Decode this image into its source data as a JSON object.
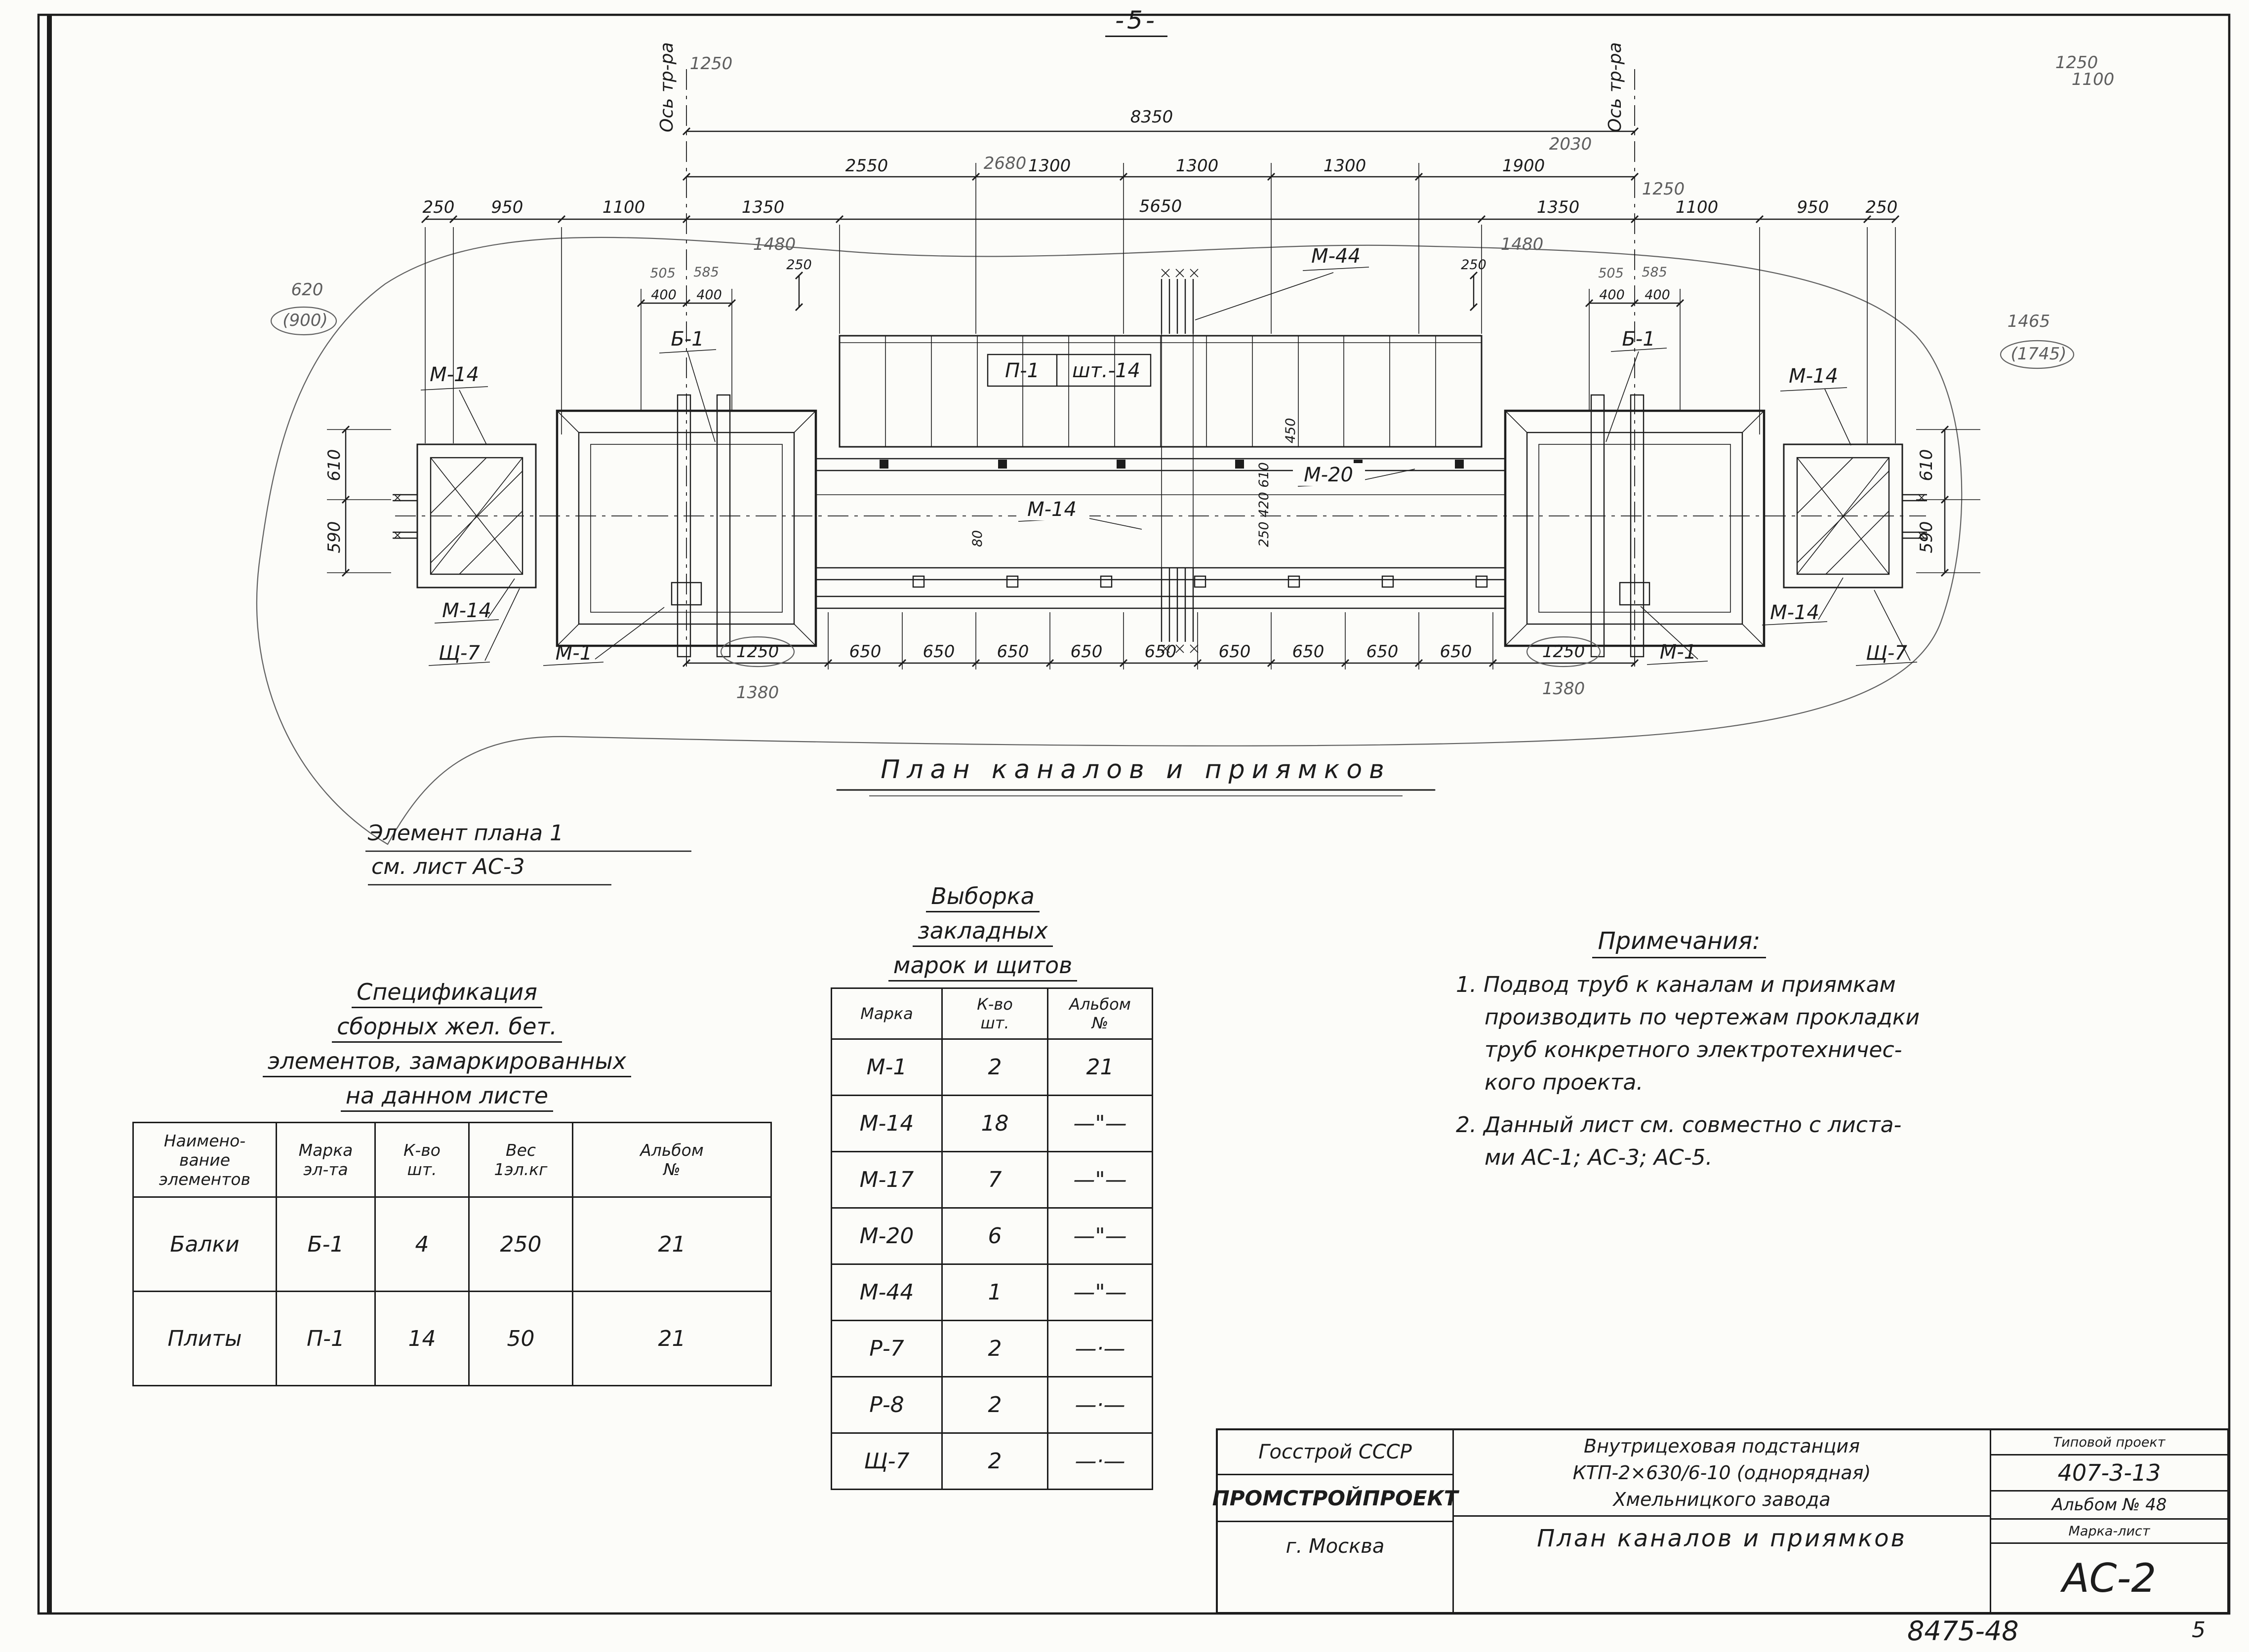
{
  "page": {
    "number": "-5-",
    "doc_code": "8475-48",
    "corner_mark": "5"
  },
  "drawing": {
    "title": "План каналов и приямков",
    "axis_label": "Ось тр-ра",
    "note_line1": "Элемент плана 1",
    "note_line2": "см. лист АС-3",
    "dims": {
      "overall": "8350",
      "top": [
        "2550",
        "1300",
        "1300",
        "1300",
        "1900"
      ],
      "top_pencil": [
        "2680",
        "2030"
      ],
      "row": [
        "250",
        "950",
        "1100",
        "1350",
        "5650",
        "1350",
        "1100",
        "950",
        "250"
      ],
      "pencil_1480": "1480",
      "pencil_1250": "1250",
      "pencil_1100": "1100",
      "beam_400": "400",
      "beam_505": "505",
      "beam_585": "585",
      "small_250": "250",
      "left_620": "620",
      "left_900": "(900)",
      "right_1465": "1465",
      "right_1745": "(1745)",
      "side_610": "610",
      "side_590": "590",
      "bottom_1250": "1250",
      "bottom_650": "650",
      "bottom_pencil_1380": "1380",
      "center_rot_a": "450",
      "center_rot_b": "250 420 610",
      "center_rot_c": "80"
    },
    "marks": {
      "m14": "М-14",
      "b1": "Б-1",
      "p1": "П-1",
      "p1_qty": "шт.-14",
      "m44": "М-44",
      "m20": "М-20",
      "m1": "М-1",
      "shch7": "Щ-7"
    }
  },
  "spec_table": {
    "title_lines": [
      "Спецификация",
      "сборных жел. бет.",
      "элементов, замаркированных",
      "на данном листе"
    ],
    "headers": [
      "Наимено-\nвание\nэлементов",
      "Марка\nэл-та",
      "К-во\nшт.",
      "Вес\n1эл.кг",
      "Альбом\n№"
    ],
    "rows": [
      {
        "name": "Балки",
        "mark": "Б-1",
        "qty": "4",
        "weight": "250",
        "album": "21"
      },
      {
        "name": "Плиты",
        "mark": "П-1",
        "qty": "14",
        "weight": "50",
        "album": "21"
      }
    ]
  },
  "selection_table": {
    "title_lines": [
      "Выборка",
      "закладных",
      "марок и щитов"
    ],
    "headers": [
      "Марка",
      "К-во\nшт.",
      "Альбом\n№"
    ],
    "rows": [
      {
        "mark": "М-1",
        "qty": "2",
        "album": "21"
      },
      {
        "mark": "М-14",
        "qty": "18",
        "album": "—\"—"
      },
      {
        "mark": "М-17",
        "qty": "7",
        "album": "—\"—"
      },
      {
        "mark": "М-20",
        "qty": "6",
        "album": "—\"—"
      },
      {
        "mark": "М-44",
        "qty": "1",
        "album": "—\"—"
      },
      {
        "mark": "Р-7",
        "qty": "2",
        "album": "—·—"
      },
      {
        "mark": "Р-8",
        "qty": "2",
        "album": "—·—"
      },
      {
        "mark": "Щ-7",
        "qty": "2",
        "album": "—·—"
      }
    ]
  },
  "notes": {
    "title": "Примечания:",
    "item1": "1. Подвод труб к каналам и приямкам\nпроизводить по чертежам прокладки\nтруб конкретного электротехничес-\nкого проекта.",
    "item2": "2. Данный лист см. совместно с листа-\nми АС-1; АС-3; АС-5."
  },
  "title_block": {
    "org1": "Госстрой СССР",
    "org2": "ПРОМСТРОЙПРОЕКТ",
    "org3": "г. Москва",
    "project1": "Внутрицеховая подстанция",
    "project2": "КТП-2×630/6-10 (однорядная)",
    "project3": "Хмельницкого завода",
    "sheet_title": "План каналов и приямков",
    "series_label": "Типовой проект",
    "series": "407-3-13",
    "album": "Альбом № 48",
    "mark_label": "Марка-лист",
    "mark": "АС-2"
  }
}
